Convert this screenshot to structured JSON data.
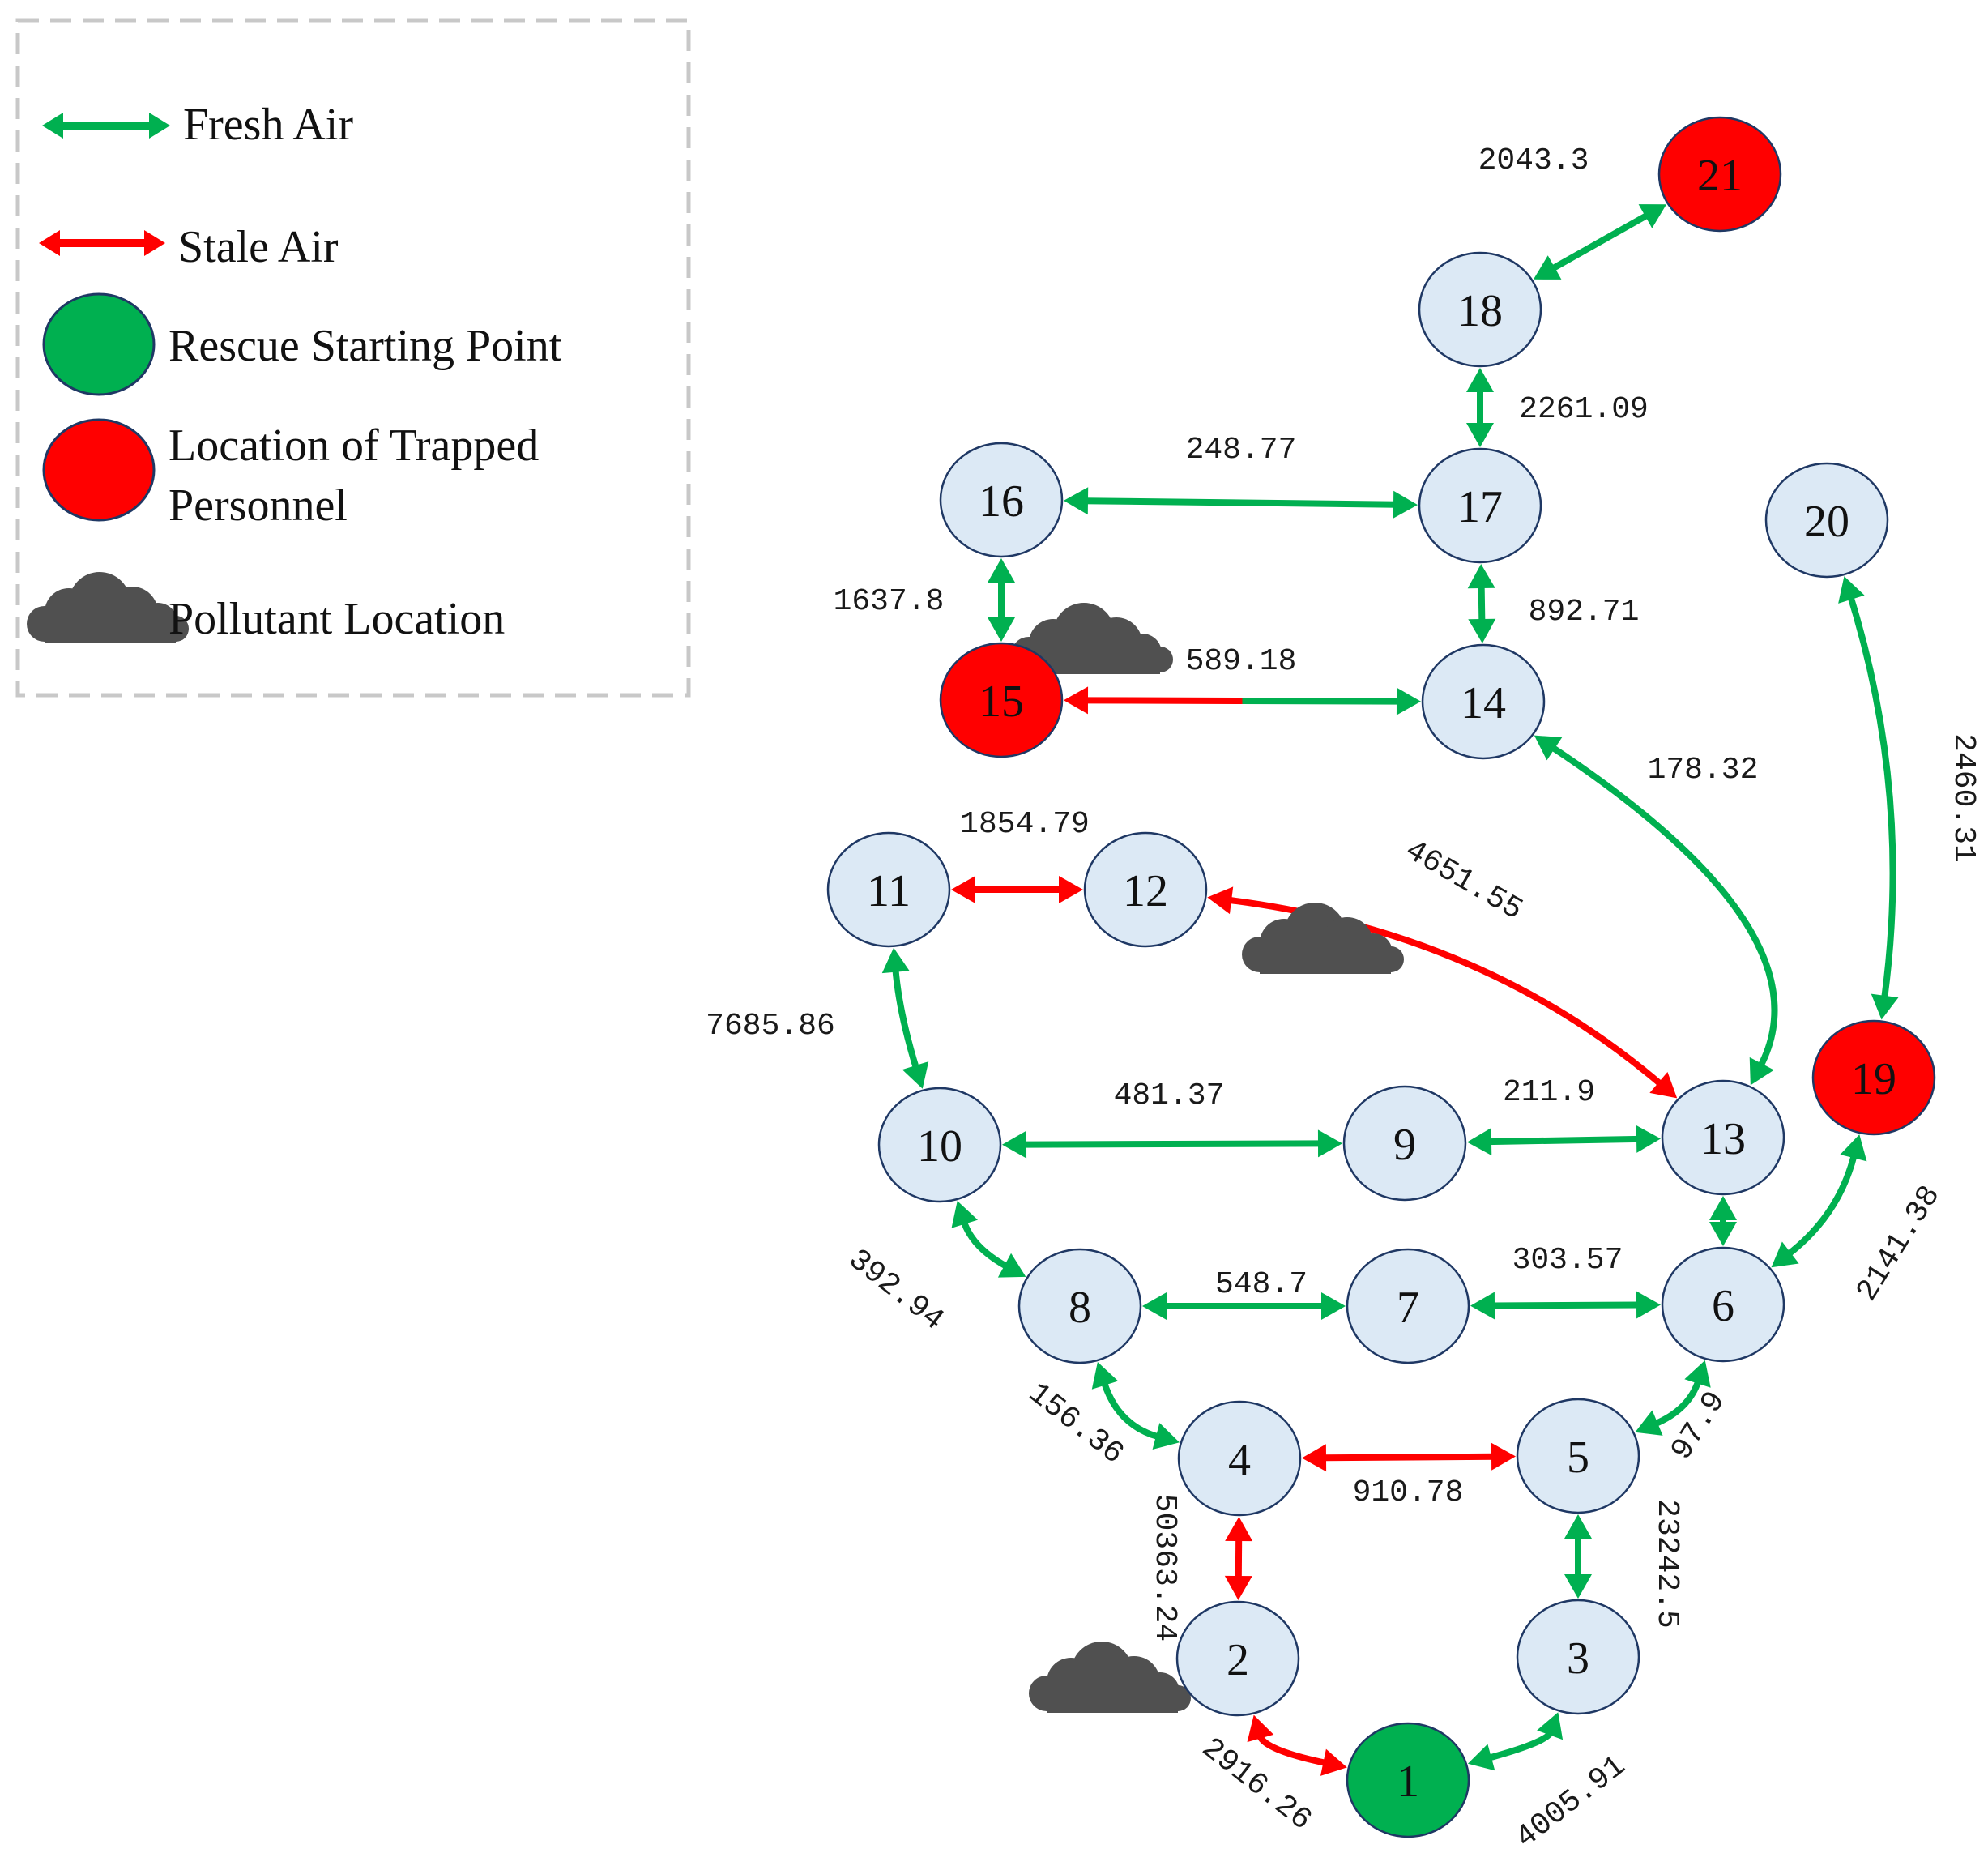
{
  "colors": {
    "fresh_air": "#00b050",
    "stale_air": "#ff0000",
    "node_default": "#dce9f5",
    "node_start": "#00b050",
    "node_trapped": "#ff0000",
    "node_stroke": "#1f3864",
    "cloud": "#505050"
  },
  "legend": {
    "fresh_air": "Fresh Air",
    "stale_air": "Stale Air",
    "rescue_start": "Rescue Starting Point",
    "trapped_line1": "Location of Trapped",
    "trapped_line2": "Personnel",
    "pollutant": "Pollutant Location"
  },
  "nodes": [
    {
      "id": "1",
      "type": "start"
    },
    {
      "id": "2",
      "type": "normal"
    },
    {
      "id": "3",
      "type": "normal"
    },
    {
      "id": "4",
      "type": "normal"
    },
    {
      "id": "5",
      "type": "normal"
    },
    {
      "id": "6",
      "type": "normal"
    },
    {
      "id": "7",
      "type": "normal"
    },
    {
      "id": "8",
      "type": "normal"
    },
    {
      "id": "9",
      "type": "normal"
    },
    {
      "id": "10",
      "type": "normal"
    },
    {
      "id": "11",
      "type": "normal"
    },
    {
      "id": "12",
      "type": "normal"
    },
    {
      "id": "13",
      "type": "normal"
    },
    {
      "id": "14",
      "type": "normal"
    },
    {
      "id": "15",
      "type": "trapped"
    },
    {
      "id": "16",
      "type": "normal"
    },
    {
      "id": "17",
      "type": "normal"
    },
    {
      "id": "18",
      "type": "normal"
    },
    {
      "id": "19",
      "type": "trapped"
    },
    {
      "id": "20",
      "type": "normal"
    },
    {
      "id": "21",
      "type": "trapped"
    }
  ],
  "edges": [
    {
      "from": "1",
      "to": "2",
      "label": "2916.26",
      "air": "stale"
    },
    {
      "from": "1",
      "to": "3",
      "label": "4005.91",
      "air": "fresh"
    },
    {
      "from": "2",
      "to": "4",
      "label": "50363.24",
      "air": "stale"
    },
    {
      "from": "3",
      "to": "5",
      "label": "23242.5",
      "air": "fresh"
    },
    {
      "from": "4",
      "to": "5",
      "label": "910.78",
      "air": "stale"
    },
    {
      "from": "4",
      "to": "8",
      "label": "156.36",
      "air": "fresh"
    },
    {
      "from": "5",
      "to": "6",
      "label": "97.9",
      "air": "fresh"
    },
    {
      "from": "8",
      "to": "7",
      "label": "548.7",
      "air": "fresh"
    },
    {
      "from": "7",
      "to": "6",
      "label": "303.57",
      "air": "fresh"
    },
    {
      "from": "8",
      "to": "10",
      "label": "392.94",
      "air": "fresh"
    },
    {
      "from": "6",
      "to": "13",
      "label": "",
      "air": "fresh"
    },
    {
      "from": "6",
      "to": "19",
      "label": "2141.38",
      "air": "fresh"
    },
    {
      "from": "10",
      "to": "9",
      "label": "481.37",
      "air": "fresh"
    },
    {
      "from": "9",
      "to": "13",
      "label": "211.9",
      "air": "fresh"
    },
    {
      "from": "10",
      "to": "11",
      "label": "7685.86",
      "air": "fresh"
    },
    {
      "from": "11",
      "to": "12",
      "label": "1854.79",
      "air": "stale"
    },
    {
      "from": "12",
      "to": "13",
      "label": "4651.55",
      "air": "stale"
    },
    {
      "from": "13",
      "to": "14",
      "label": "178.32",
      "air": "fresh"
    },
    {
      "from": "19",
      "to": "20",
      "label": "2460.31",
      "air": "fresh"
    },
    {
      "from": "14",
      "to": "15",
      "label": "589.18",
      "air": "mixed"
    },
    {
      "from": "14",
      "to": "17",
      "label": "892.71",
      "air": "fresh"
    },
    {
      "from": "15",
      "to": "16",
      "label": "1637.8",
      "air": "fresh"
    },
    {
      "from": "16",
      "to": "17",
      "label": "248.77",
      "air": "fresh"
    },
    {
      "from": "17",
      "to": "18",
      "label": "2261.09",
      "air": "fresh"
    },
    {
      "from": "18",
      "to": "21",
      "label": "2043.3",
      "air": "fresh"
    }
  ]
}
